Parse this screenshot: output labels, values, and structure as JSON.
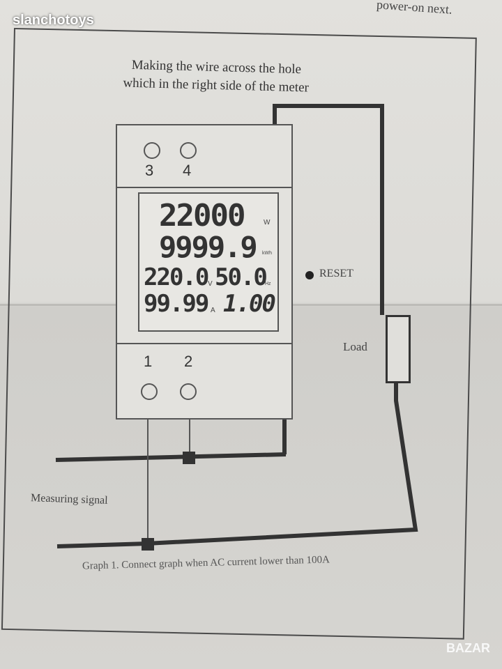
{
  "watermark": "slanchotoys",
  "top_note": "power-on next.",
  "heading": {
    "line1": "Making the wire across the hole",
    "line2": "which in the right side of the meter"
  },
  "meter": {
    "terminals_top": [
      "3",
      "4"
    ],
    "terminals_bottom": [
      "1",
      "2"
    ],
    "display": {
      "power": "22000",
      "power_unit": "W",
      "energy": "9999.9",
      "energy_unit": "kWh",
      "voltage": "220.0",
      "voltage_unit": "V",
      "frequency": "50.0",
      "frequency_unit": "Hz",
      "current": "99.99",
      "current_unit": "A",
      "power_factor": "1.00"
    },
    "reset_label": "RESET"
  },
  "load_label": "Load",
  "measuring_signal_label": "Measuring signal",
  "caption": "Graph 1. Connect graph when AC current lower than 100A",
  "logo": "BAZAR"
}
